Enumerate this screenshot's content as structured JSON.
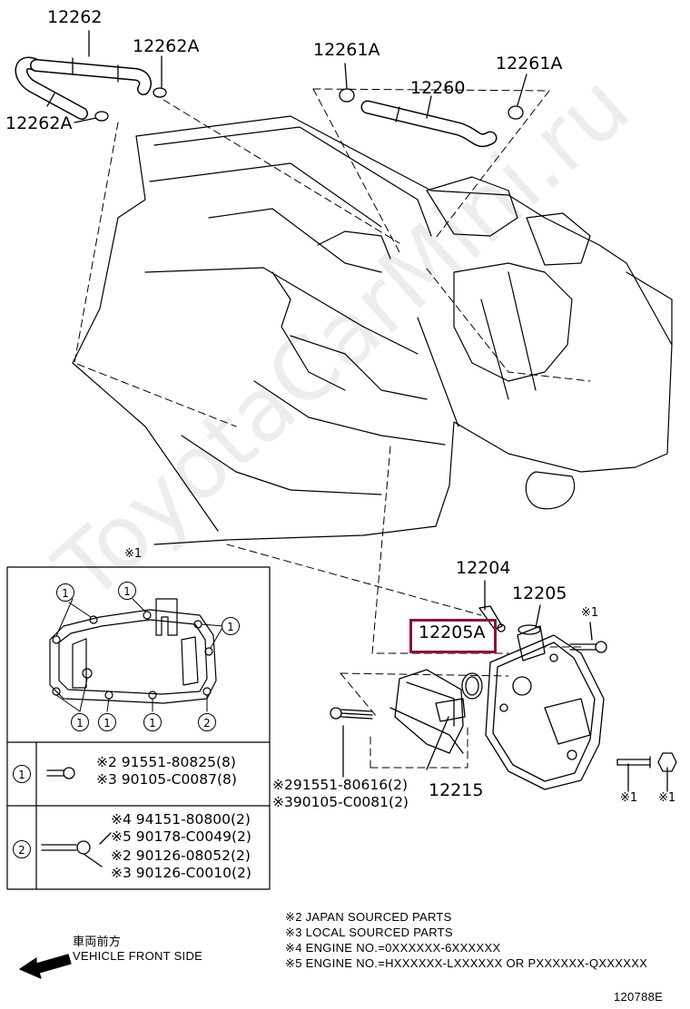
{
  "parts": {
    "p12262": "12262",
    "p12262A_top": "12262A",
    "p12262A_left": "12262A",
    "p12261A_left": "12261A",
    "p12260": "12260",
    "p12261A_right": "12261A",
    "p12204": "12204",
    "p12205": "12205",
    "p12205A": "12205A",
    "p12215": "12215"
  },
  "refs": {
    "ref_top_box": "※1",
    "ref_bolt_top": "※1",
    "ref_stud": "※1",
    "ref_nut": "※1"
  },
  "partnumbers": {
    "bolt_left_a": "※291551-80616(2)",
    "bolt_left_b": "※390105-C0081(2)"
  },
  "inset": {
    "circle_labels": [
      "1",
      "1",
      "1",
      "1",
      "1",
      "2",
      "1",
      "2"
    ],
    "row1_num": "1",
    "row1_a": "※2 91551-80825(8)",
    "row1_b": "※3 90105-C0087(8)",
    "row2_num": "2",
    "row2_a": "※4 94151-80800(2)",
    "row2_b": "※5 90178-C0049(2)",
    "row2_c": "※2 90126-08052(2)",
    "row2_d": "※3 90126-C0010(2)"
  },
  "notes": {
    "n2": "※2 JAPAN SOURCED PARTS",
    "n3": "※3 LOCAL SOURCED PARTS",
    "n4": "※4 ENGINE NO.=0XXXXXX-6XXXXXX",
    "n5": "※5 ENGINE NO.=HXXXXXX-LXXXXXX OR PXXXXXX-QXXXXXX"
  },
  "front": {
    "jp": "車両前方",
    "en": "VEHICLE FRONT SIDE"
  },
  "figure_id": "120788E",
  "watermark": "ToyotaCarMini.ru",
  "colors": {
    "highlight": "#8b1538",
    "line": "#000000"
  }
}
